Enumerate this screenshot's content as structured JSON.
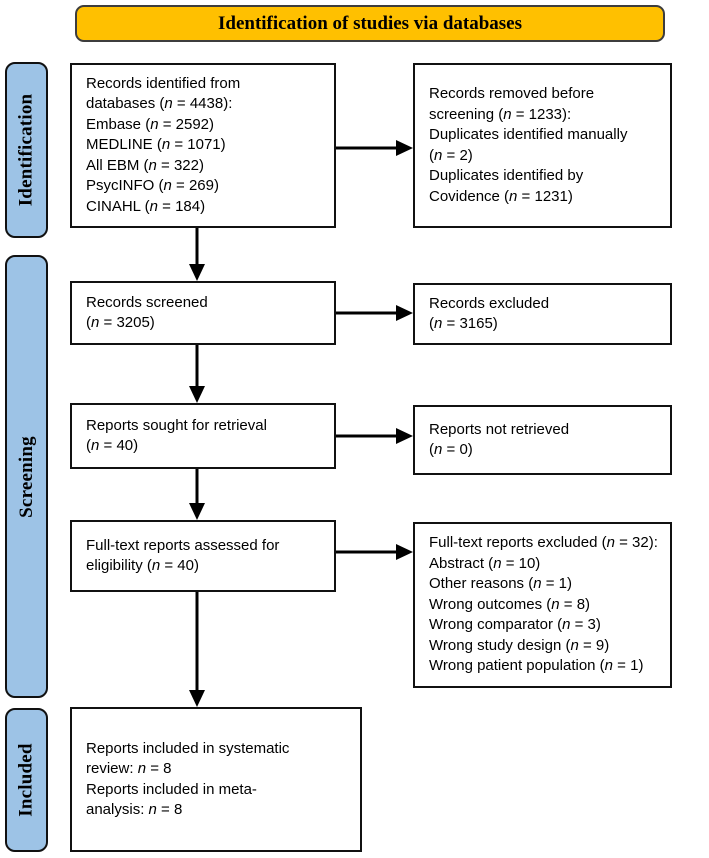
{
  "title": "Identification of studies via databases",
  "colors": {
    "banner_fill": "#FFC000",
    "stage_fill": "#9DC3E6",
    "box_border": "#111111",
    "arrow": "#000000"
  },
  "stages": [
    {
      "label": "Identification"
    },
    {
      "label": "Screening"
    },
    {
      "label": "Included"
    }
  ],
  "boxes": {
    "identified": {
      "lines": [
        "Records identified from",
        "databases (n = 4438):",
        "Embase (n = 2592)",
        "MEDLINE (n = 1071)",
        "All EBM (n = 322)",
        "PsycINFO (n = 269)",
        "CINAHL (n = 184)"
      ]
    },
    "removed": {
      "lines": [
        "Records removed before",
        "screening (n = 1233):",
        "Duplicates identified manually",
        "(n = 2)",
        "Duplicates identified by",
        "Covidence (n = 1231)"
      ]
    },
    "screened": {
      "lines": [
        "Records screened",
        "(n = 3205)"
      ]
    },
    "excluded": {
      "lines": [
        "Records excluded",
        "(n = 3165)"
      ]
    },
    "sought": {
      "lines": [
        "Reports sought for retrieval",
        "(n = 40)"
      ]
    },
    "not_retrieved": {
      "lines": [
        "Reports not retrieved",
        "(n = 0)"
      ]
    },
    "assessed": {
      "lines": [
        "Full-text reports assessed for",
        "eligibility (n = 40)"
      ]
    },
    "fulltext_excluded": {
      "lines": [
        "Full-text reports excluded (n = 32):",
        "Abstract (n = 10)",
        "Other reasons (n = 1)",
        "Wrong outcomes (n = 8)",
        "Wrong comparator (n = 3)",
        "Wrong study design (n = 9)",
        "Wrong patient population (n = 1)"
      ]
    },
    "included": {
      "lines": [
        "Reports included in systematic",
        "review: n = 8",
        "Reports included in meta-",
        "analysis: n = 8"
      ]
    }
  }
}
